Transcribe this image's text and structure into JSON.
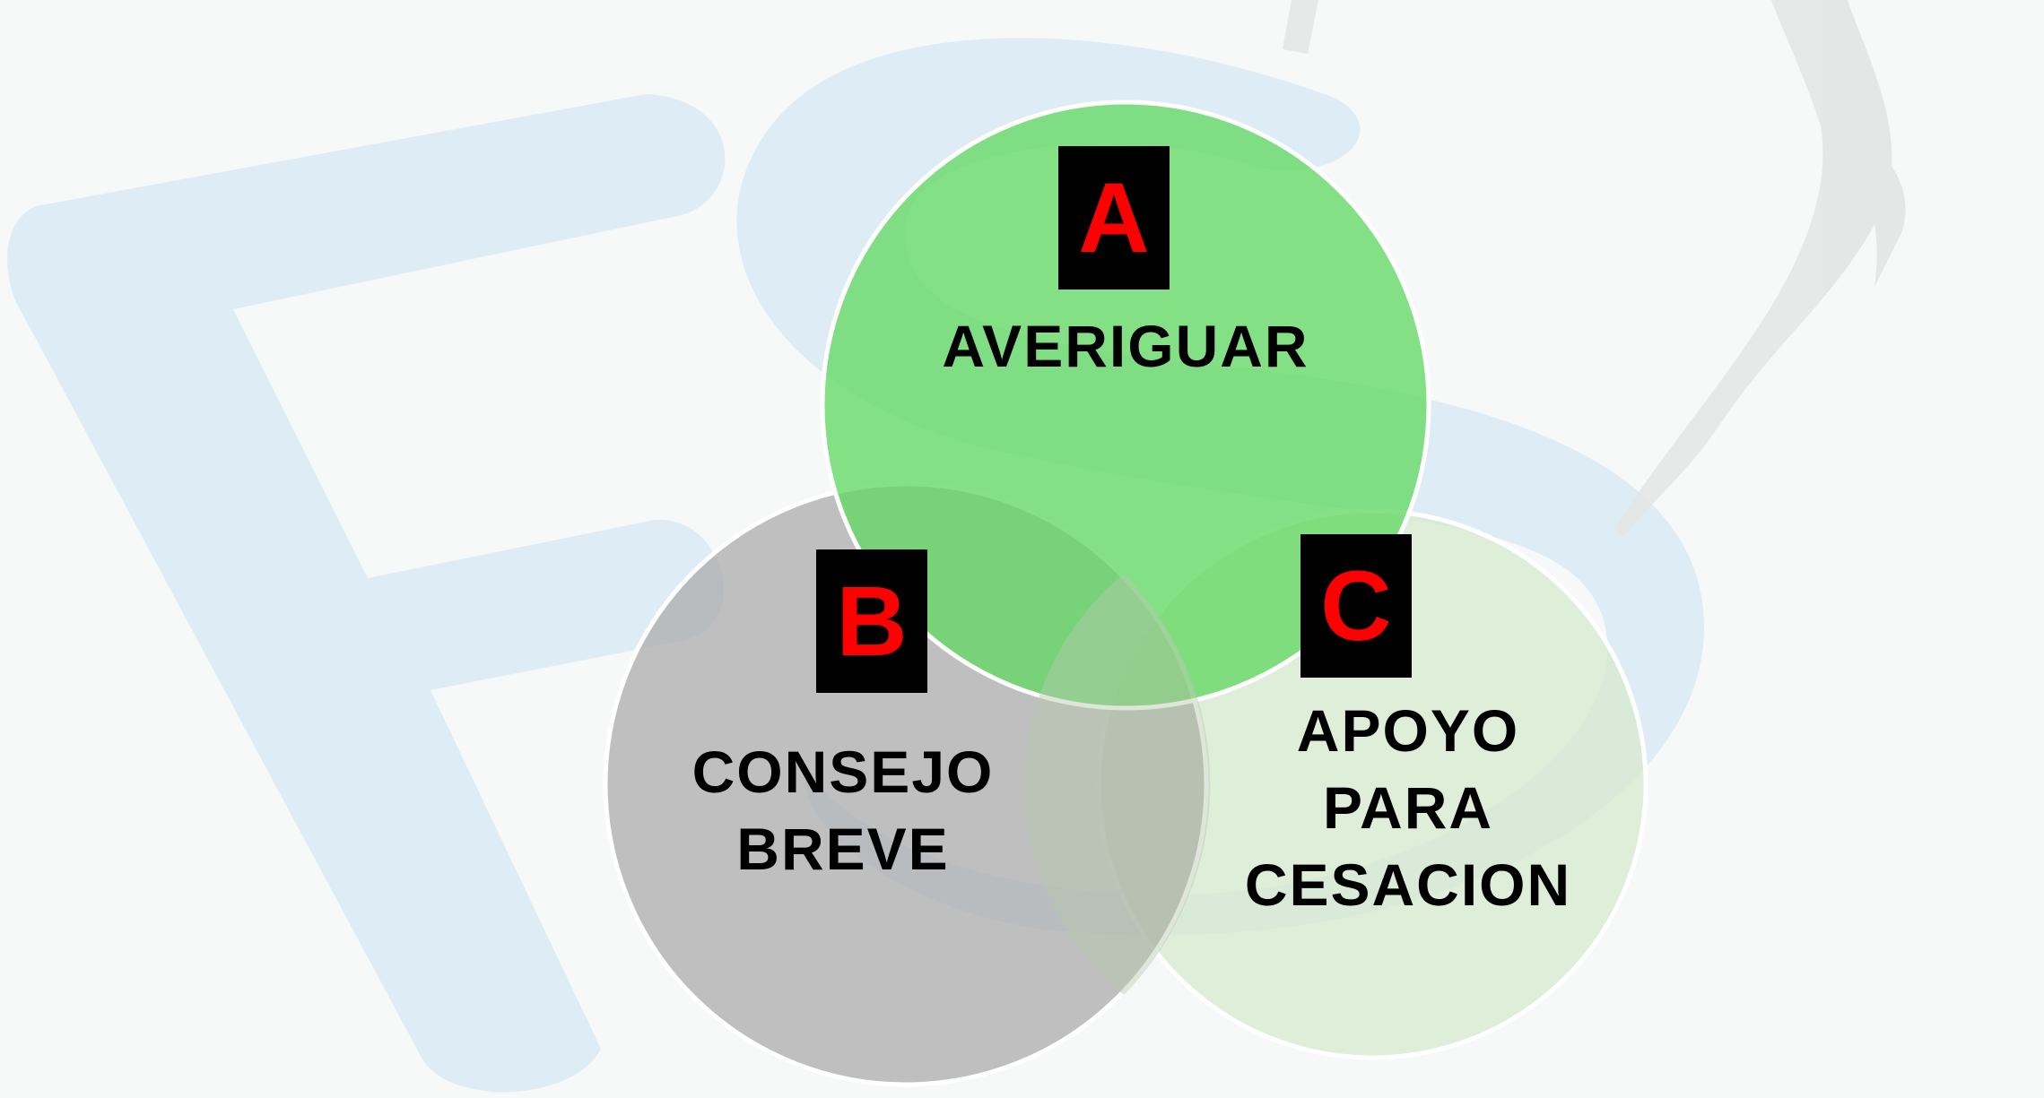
{
  "diagram": {
    "circle_a": {
      "letter": "A",
      "label": "AVERIGUAR",
      "color": "#70de70"
    },
    "circle_b": {
      "letter": "B",
      "label_line1": "CONSEJO",
      "label_line2": "BREVE",
      "color": "#a9a9a9"
    },
    "circle_c": {
      "letter": "C",
      "label_line1": "APOYO",
      "label_line2": "PARA",
      "label_line3": "CESACION",
      "color": "#d7ebcf"
    },
    "badge_text_color": "#ff0000",
    "badge_bg_color": "#000000",
    "watermark_color": "#d9ebf5"
  }
}
